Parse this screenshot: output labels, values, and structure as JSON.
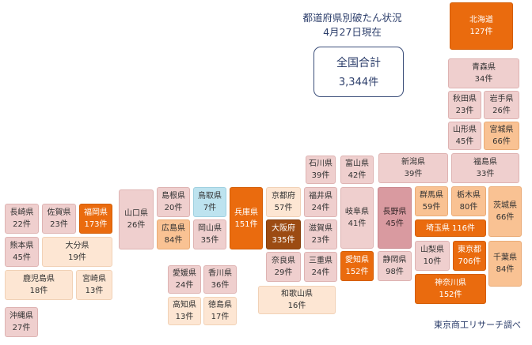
{
  "title": "都道府県別破たん状況",
  "date": "4月27日現在",
  "total": {
    "label": "全国合計",
    "value": "3,344件"
  },
  "source": "東京商工リサーチ調べ",
  "prefectures": [
    {
      "name": "北海道",
      "count": "127件"
    },
    {
      "name": "青森県",
      "count": "34件"
    },
    {
      "name": "秋田県",
      "count": "23件"
    },
    {
      "name": "岩手県",
      "count": "26件"
    },
    {
      "name": "山形県",
      "count": "45件"
    },
    {
      "name": "宮城県",
      "count": "66件"
    },
    {
      "name": "新潟県",
      "count": "39件"
    },
    {
      "name": "福島県",
      "count": "33件"
    },
    {
      "name": "石川県",
      "count": "39件"
    },
    {
      "name": "富山県",
      "count": "42件"
    },
    {
      "name": "群馬県",
      "count": "59件"
    },
    {
      "name": "栃木県",
      "count": "80件"
    },
    {
      "name": "茨城県",
      "count": "66件"
    },
    {
      "name": "埼玉県",
      "count": "116件"
    },
    {
      "name": "東京都",
      "count": "706件"
    },
    {
      "name": "千葉県",
      "count": "84件"
    },
    {
      "name": "神奈川県",
      "count": "152件"
    },
    {
      "name": "山梨県",
      "count": "10件"
    },
    {
      "name": "長野県",
      "count": "45件"
    },
    {
      "name": "岐阜県",
      "count": "41件"
    },
    {
      "name": "静岡県",
      "count": "98件"
    },
    {
      "name": "愛知県",
      "count": "152件"
    },
    {
      "name": "福井県",
      "count": "24件"
    },
    {
      "name": "滋賀県",
      "count": "23件"
    },
    {
      "name": "三重県",
      "count": "24件"
    },
    {
      "name": "京都府",
      "count": "57件"
    },
    {
      "name": "大阪府",
      "count": "335件"
    },
    {
      "name": "奈良県",
      "count": "29件"
    },
    {
      "name": "和歌山県",
      "count": "16件"
    },
    {
      "name": "兵庫県",
      "count": "151件"
    },
    {
      "name": "鳥取県",
      "count": "7件"
    },
    {
      "name": "島根県",
      "count": "20件"
    },
    {
      "name": "岡山県",
      "count": "35件"
    },
    {
      "name": "広島県",
      "count": "84件"
    },
    {
      "name": "山口県",
      "count": "26件"
    },
    {
      "name": "香川県",
      "count": "36件"
    },
    {
      "name": "愛媛県",
      "count": "24件"
    },
    {
      "name": "徳島県",
      "count": "17件"
    },
    {
      "name": "高知県",
      "count": "13件"
    },
    {
      "name": "福岡県",
      "count": "173件"
    },
    {
      "name": "佐賀県",
      "count": "23件"
    },
    {
      "name": "長崎県",
      "count": "22件"
    },
    {
      "name": "大分県",
      "count": "19件"
    },
    {
      "name": "熊本県",
      "count": "45件"
    },
    {
      "name": "宮崎県",
      "count": "13件"
    },
    {
      "name": "鹿児島県",
      "count": "18件"
    },
    {
      "name": "沖縄県",
      "count": "27件"
    }
  ]
}
